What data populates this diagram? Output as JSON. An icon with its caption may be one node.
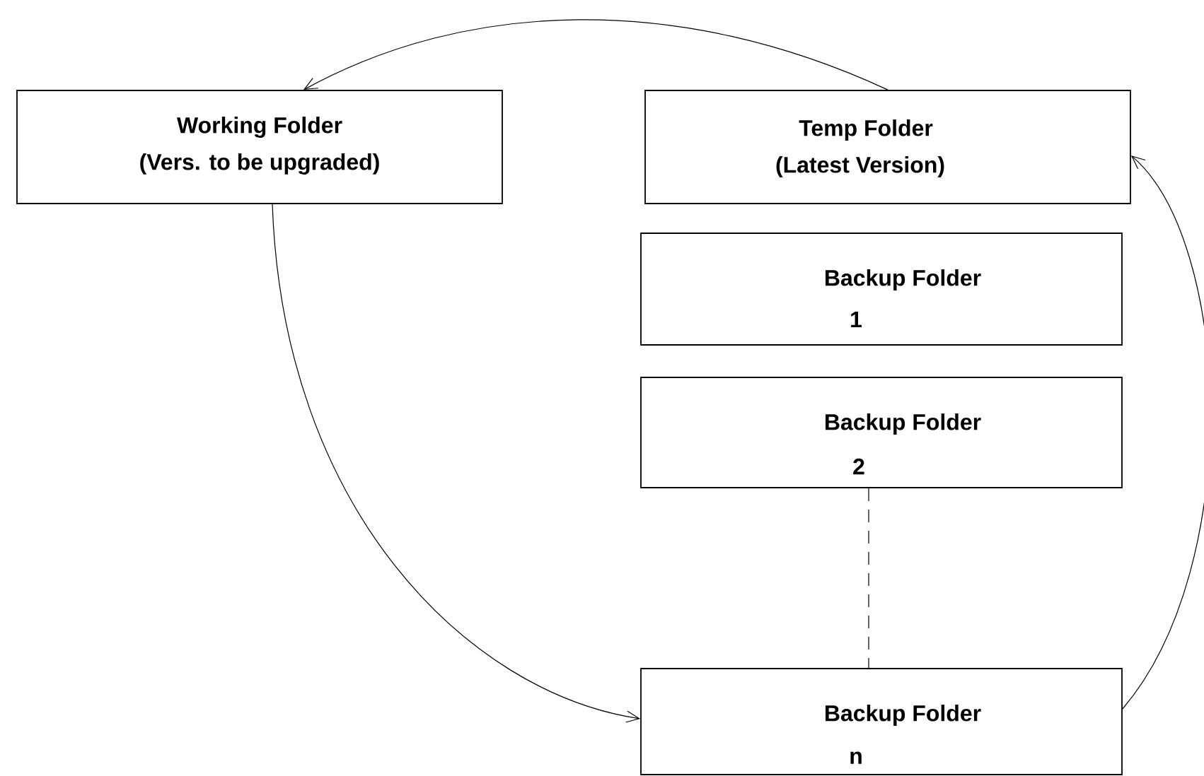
{
  "diagram": {
    "nodes": [
      {
        "text": [
          "Working Folder",
          "(Vers. to be upgraded)"
        ]
      },
      {
        "text": [
          "Temp Folder",
          "(Latest Version)"
        ]
      },
      {
        "text": [
          "Backup Folder",
          "1"
        ]
      },
      {
        "text": [
          "Backup Folder",
          "2"
        ]
      },
      {
        "text": [
          "Backup Folder",
          "n"
        ]
      }
    ],
    "edges": [
      {
        "from": 1,
        "to": 0,
        "arrow": "to"
      },
      {
        "from": 0,
        "to": 4,
        "arrow": "to"
      },
      {
        "from": 4,
        "to": 1,
        "arrow": "to"
      },
      {
        "from": 3,
        "to": 4,
        "arrow": "none",
        "style": "dashed"
      }
    ]
  }
}
